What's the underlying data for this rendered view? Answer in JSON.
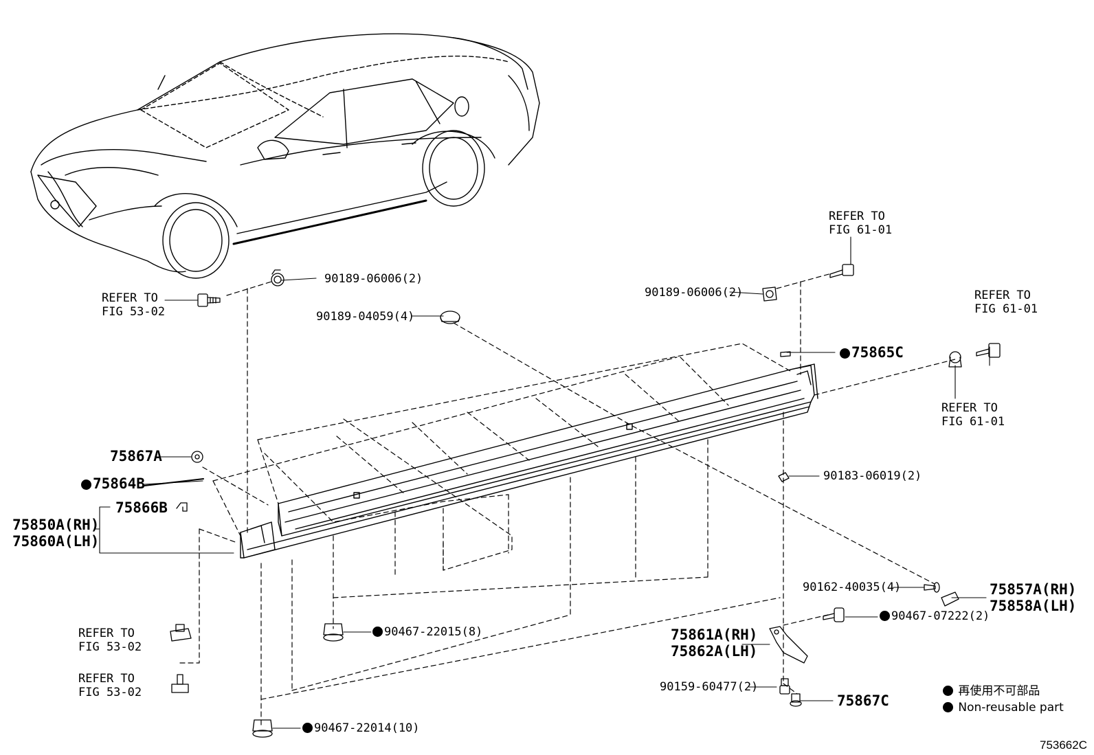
{
  "refs": {
    "r_top_right": [
      "REFER TO",
      "FIG 61-01"
    ],
    "r_right_upper": [
      "REFER TO",
      "FIG 61-01"
    ],
    "r_right_lower": [
      "REFER TO",
      "FIG 61-01"
    ],
    "r_left_clip": [
      "REFER TO",
      "FIG 53-02"
    ],
    "r_left_clip2": [
      "REFER TO",
      "FIG 53-02"
    ],
    "r_left_clip3": [
      "REFER TO",
      "FIG 53-02"
    ]
  },
  "parts": {
    "p_90189_06006_left": "90189-06006(2)",
    "p_90189_06006_right": "90189-06006(2)",
    "p_90189_04059": "90189-04059(4)",
    "p_75865C": "75865C",
    "p_75867A": "75867A",
    "p_75864B": "75864B",
    "p_75866B": "75866B",
    "p_75850A": "75850A(RH)",
    "p_75860A": "75860A(LH)",
    "p_90183_06019": "90183-06019(2)",
    "p_90162_40035": "90162-40035(4)",
    "p_75857A": "75857A(RH)",
    "p_75858A": "75858A(LH)",
    "p_90467_07222": "90467-07222(2)",
    "p_75861A": "75861A(RH)",
    "p_75862A": "75862A(LH)",
    "p_90467_22015": "90467-22015(8)",
    "p_90159_60477": "90159-60477(2)",
    "p_75867C": "75867C",
    "p_90467_22014": "90467-22014(10)"
  },
  "legend": {
    "jp": "再使用不可部品",
    "en": "Non-reusable part"
  },
  "illustration_code": "753662C"
}
